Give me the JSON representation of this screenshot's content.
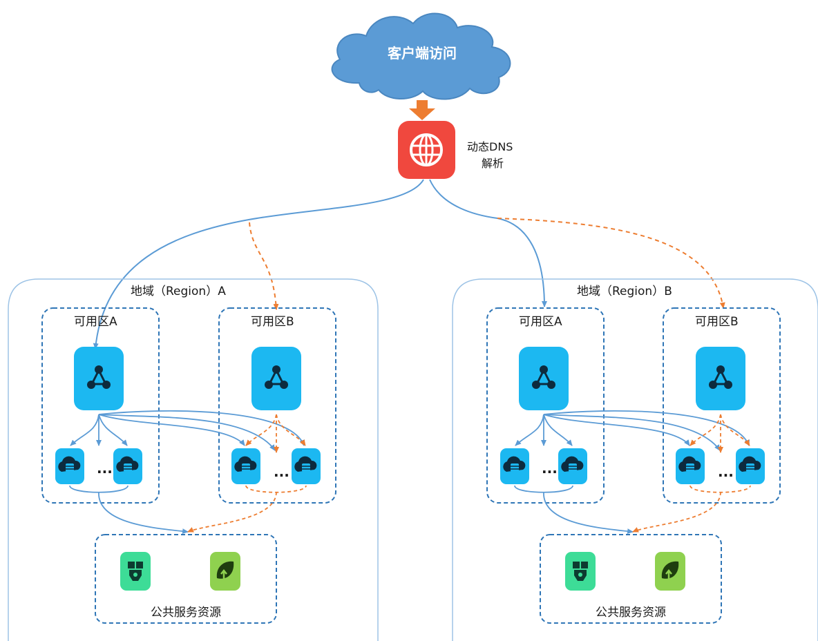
{
  "client": {
    "label": "客户端访问"
  },
  "dns": {
    "line1": "动态DNS",
    "line2": "解析",
    "icon": "globe-icon"
  },
  "regions": [
    {
      "label": "地域（Region）A",
      "zones": [
        {
          "label": "可用区A"
        },
        {
          "label": "可用区B"
        }
      ],
      "public_services": {
        "label": "公共服务资源"
      }
    },
    {
      "label": "地域（Region）B",
      "zones": [
        {
          "label": "可用区A"
        },
        {
          "label": "可用区B"
        }
      ],
      "public_services": {
        "label": "公共服务资源"
      }
    }
  ],
  "ellipsis": "...",
  "colors": {
    "cloud": "#5b9bd5",
    "dns": "#f0483e",
    "primary_line": "#5b9bd5",
    "backup_line": "#ed7d31",
    "slb": "#1cb8f1",
    "ecs": "#1cb8f1",
    "region_border": "#9dc3e6",
    "zone_border": "#2e75b6",
    "service_green": "#3ddc97",
    "service_lime": "#8fd14f"
  }
}
